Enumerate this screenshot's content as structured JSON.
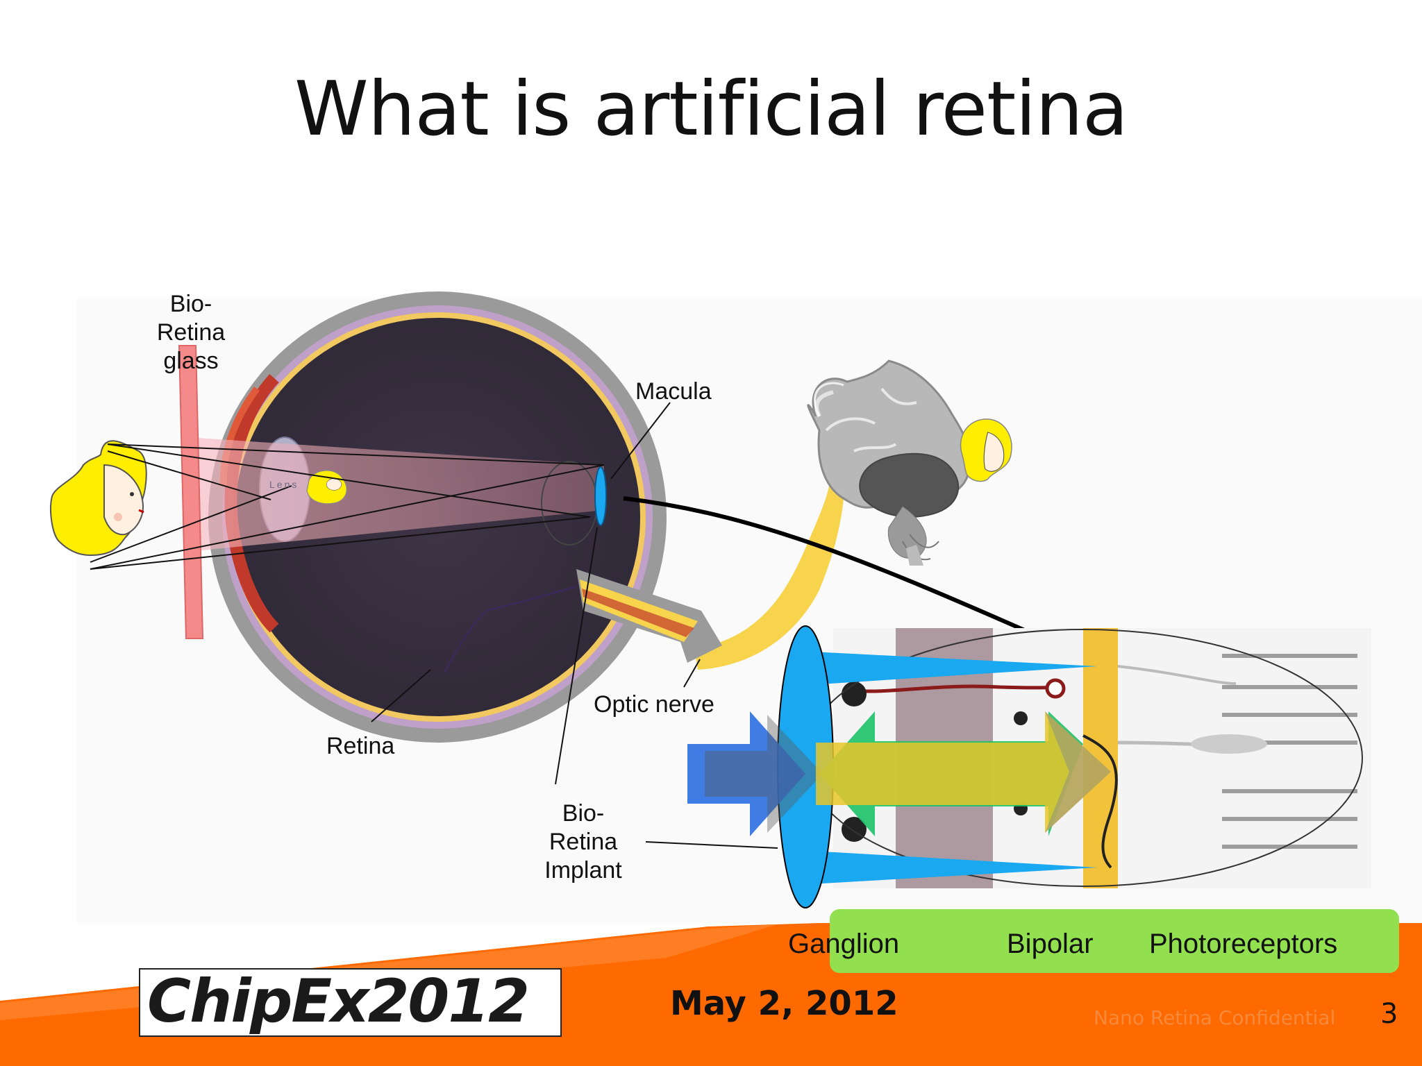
{
  "slide": {
    "title": "What is artificial retina",
    "date": "May 2, 2012",
    "confidential": "Nano Retina Confidential",
    "page_number": "3",
    "logo_text": "ChipEx2012"
  },
  "diagram": {
    "labels": {
      "bio_retina_glass": [
        "Bio-",
        "Retina",
        "glass"
      ],
      "macula": "Macula",
      "lens": "Lens",
      "optic_nerve": "Optic nerve",
      "retina": "Retina",
      "bio_retina_implant": [
        "Bio-",
        "Retina",
        "Implant"
      ]
    },
    "layers": {
      "ganglion": "Ganglion",
      "bipolar": "Bipolar",
      "photoreceptors": "Photoreceptors"
    }
  },
  "colors": {
    "footer_orange": "#ff6a00",
    "implant_blue": "#1aa8f0",
    "layer_green": "#92e050",
    "nerve_yellow": "#f7d44c",
    "eye_interior": "#3a3040"
  }
}
